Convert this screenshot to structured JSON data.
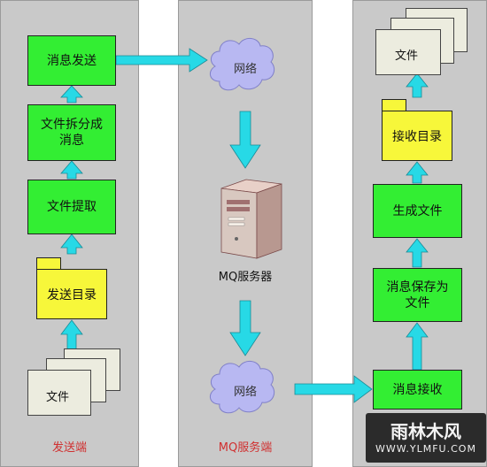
{
  "sender": {
    "send": "消息发送",
    "split_line1": "文件拆分成",
    "split_line2": "消息",
    "extract": "文件提取",
    "send_dir": "发送目录",
    "file": "文件",
    "footer": "发送端"
  },
  "server": {
    "network_top": "网络",
    "server_label": "MQ服务器",
    "network_bottom": "网络",
    "footer": "MQ服务端"
  },
  "receiver": {
    "file": "文件",
    "recv_dir": "接收目录",
    "generate": "生成文件",
    "save_line1": "消息保存为",
    "save_line2": "文件",
    "receive": "消息接收"
  },
  "watermark": {
    "brand": "雨林木风",
    "url": "WWW.YLMFU.COM"
  },
  "colors": {
    "panel": "#c9c9c9",
    "box": "#33ee33",
    "folder": "#f7f73a",
    "arrow": "#27d9e6",
    "cloud": "#b8b8f2",
    "footer_text": "#d03030"
  }
}
